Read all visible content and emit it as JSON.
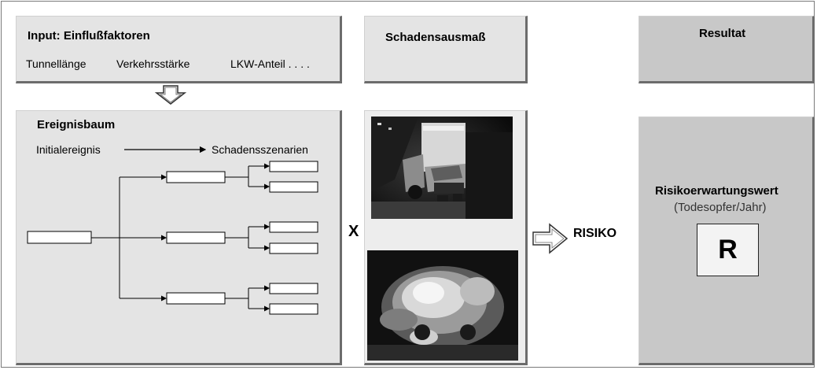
{
  "input": {
    "title": "Input: Einflußfaktoren",
    "factors": [
      "Tunnellänge",
      "Verkehrsstärke",
      "LKW-Anteil  . . . ."
    ]
  },
  "schaden": {
    "title": "Schadensausmaß"
  },
  "resultat": {
    "title": "Resultat"
  },
  "ereignisbaum": {
    "title": "Ereignisbaum",
    "from_label": "Initialereignis",
    "to_label": "Schadensszenarien"
  },
  "operator": "X",
  "risk": {
    "label": "RISIKO",
    "title": "Risikoerwartungswert",
    "unit": "(Todesopfer/Jahr)",
    "symbol": "R"
  },
  "colors": {
    "panel": "#e4e4e4",
    "panel_dark": "#c8c8c8",
    "shadow": "#6c6c6c"
  },
  "icons": [
    "down-arrow-icon",
    "right-arrow-icon"
  ]
}
